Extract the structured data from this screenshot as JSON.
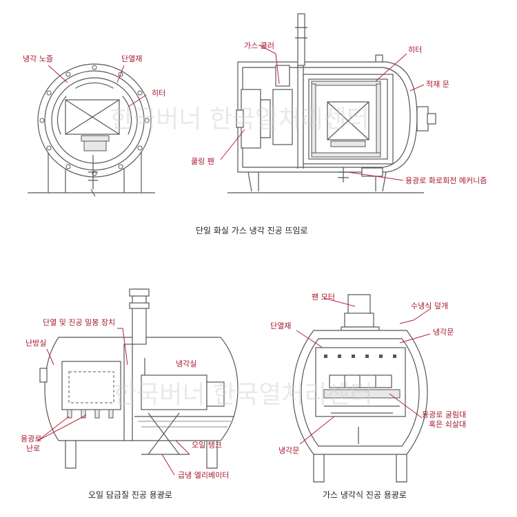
{
  "watermark": "한국버너 한국열처리센터",
  "diagrams": {
    "single_chamber": {
      "caption": "단일 화실 가스 냉각 진공 뜨임로",
      "labels": {
        "cooling_nozzle": "냉각 노즐",
        "insulation": "단열재",
        "heater_front": "히터",
        "gas_cooler": "가스 쿨러",
        "heater_side": "히터",
        "loading_door": "적재 문",
        "cooling_fan": "쿨링 팬",
        "hearth_rotation": "용광로 화로회전 메커니즘"
      }
    },
    "oil_quench": {
      "caption": "오일 담금질 진공 용광로",
      "labels": {
        "insulation_seal": "단열 및 진공 밀봉 장치",
        "heating_chamber": "난방실",
        "cooling_chamber": "냉각실",
        "hearth": "용광로\n난로",
        "oil_tank": "오일 탱크",
        "quench_elevator": "급냉 엘리베이터"
      }
    },
    "gas_cooling": {
      "caption": "가스 냉각식 진공 용광로",
      "labels": {
        "fan_motor": "팬 모터",
        "water_cover": "수냉식 덮개",
        "cooling_door_top": "냉각문",
        "insulation": "단열재",
        "roller_bed": "용광로 굴림대\n혹은 쇠살대",
        "cooling_door_bottom": "냉각문"
      }
    }
  }
}
